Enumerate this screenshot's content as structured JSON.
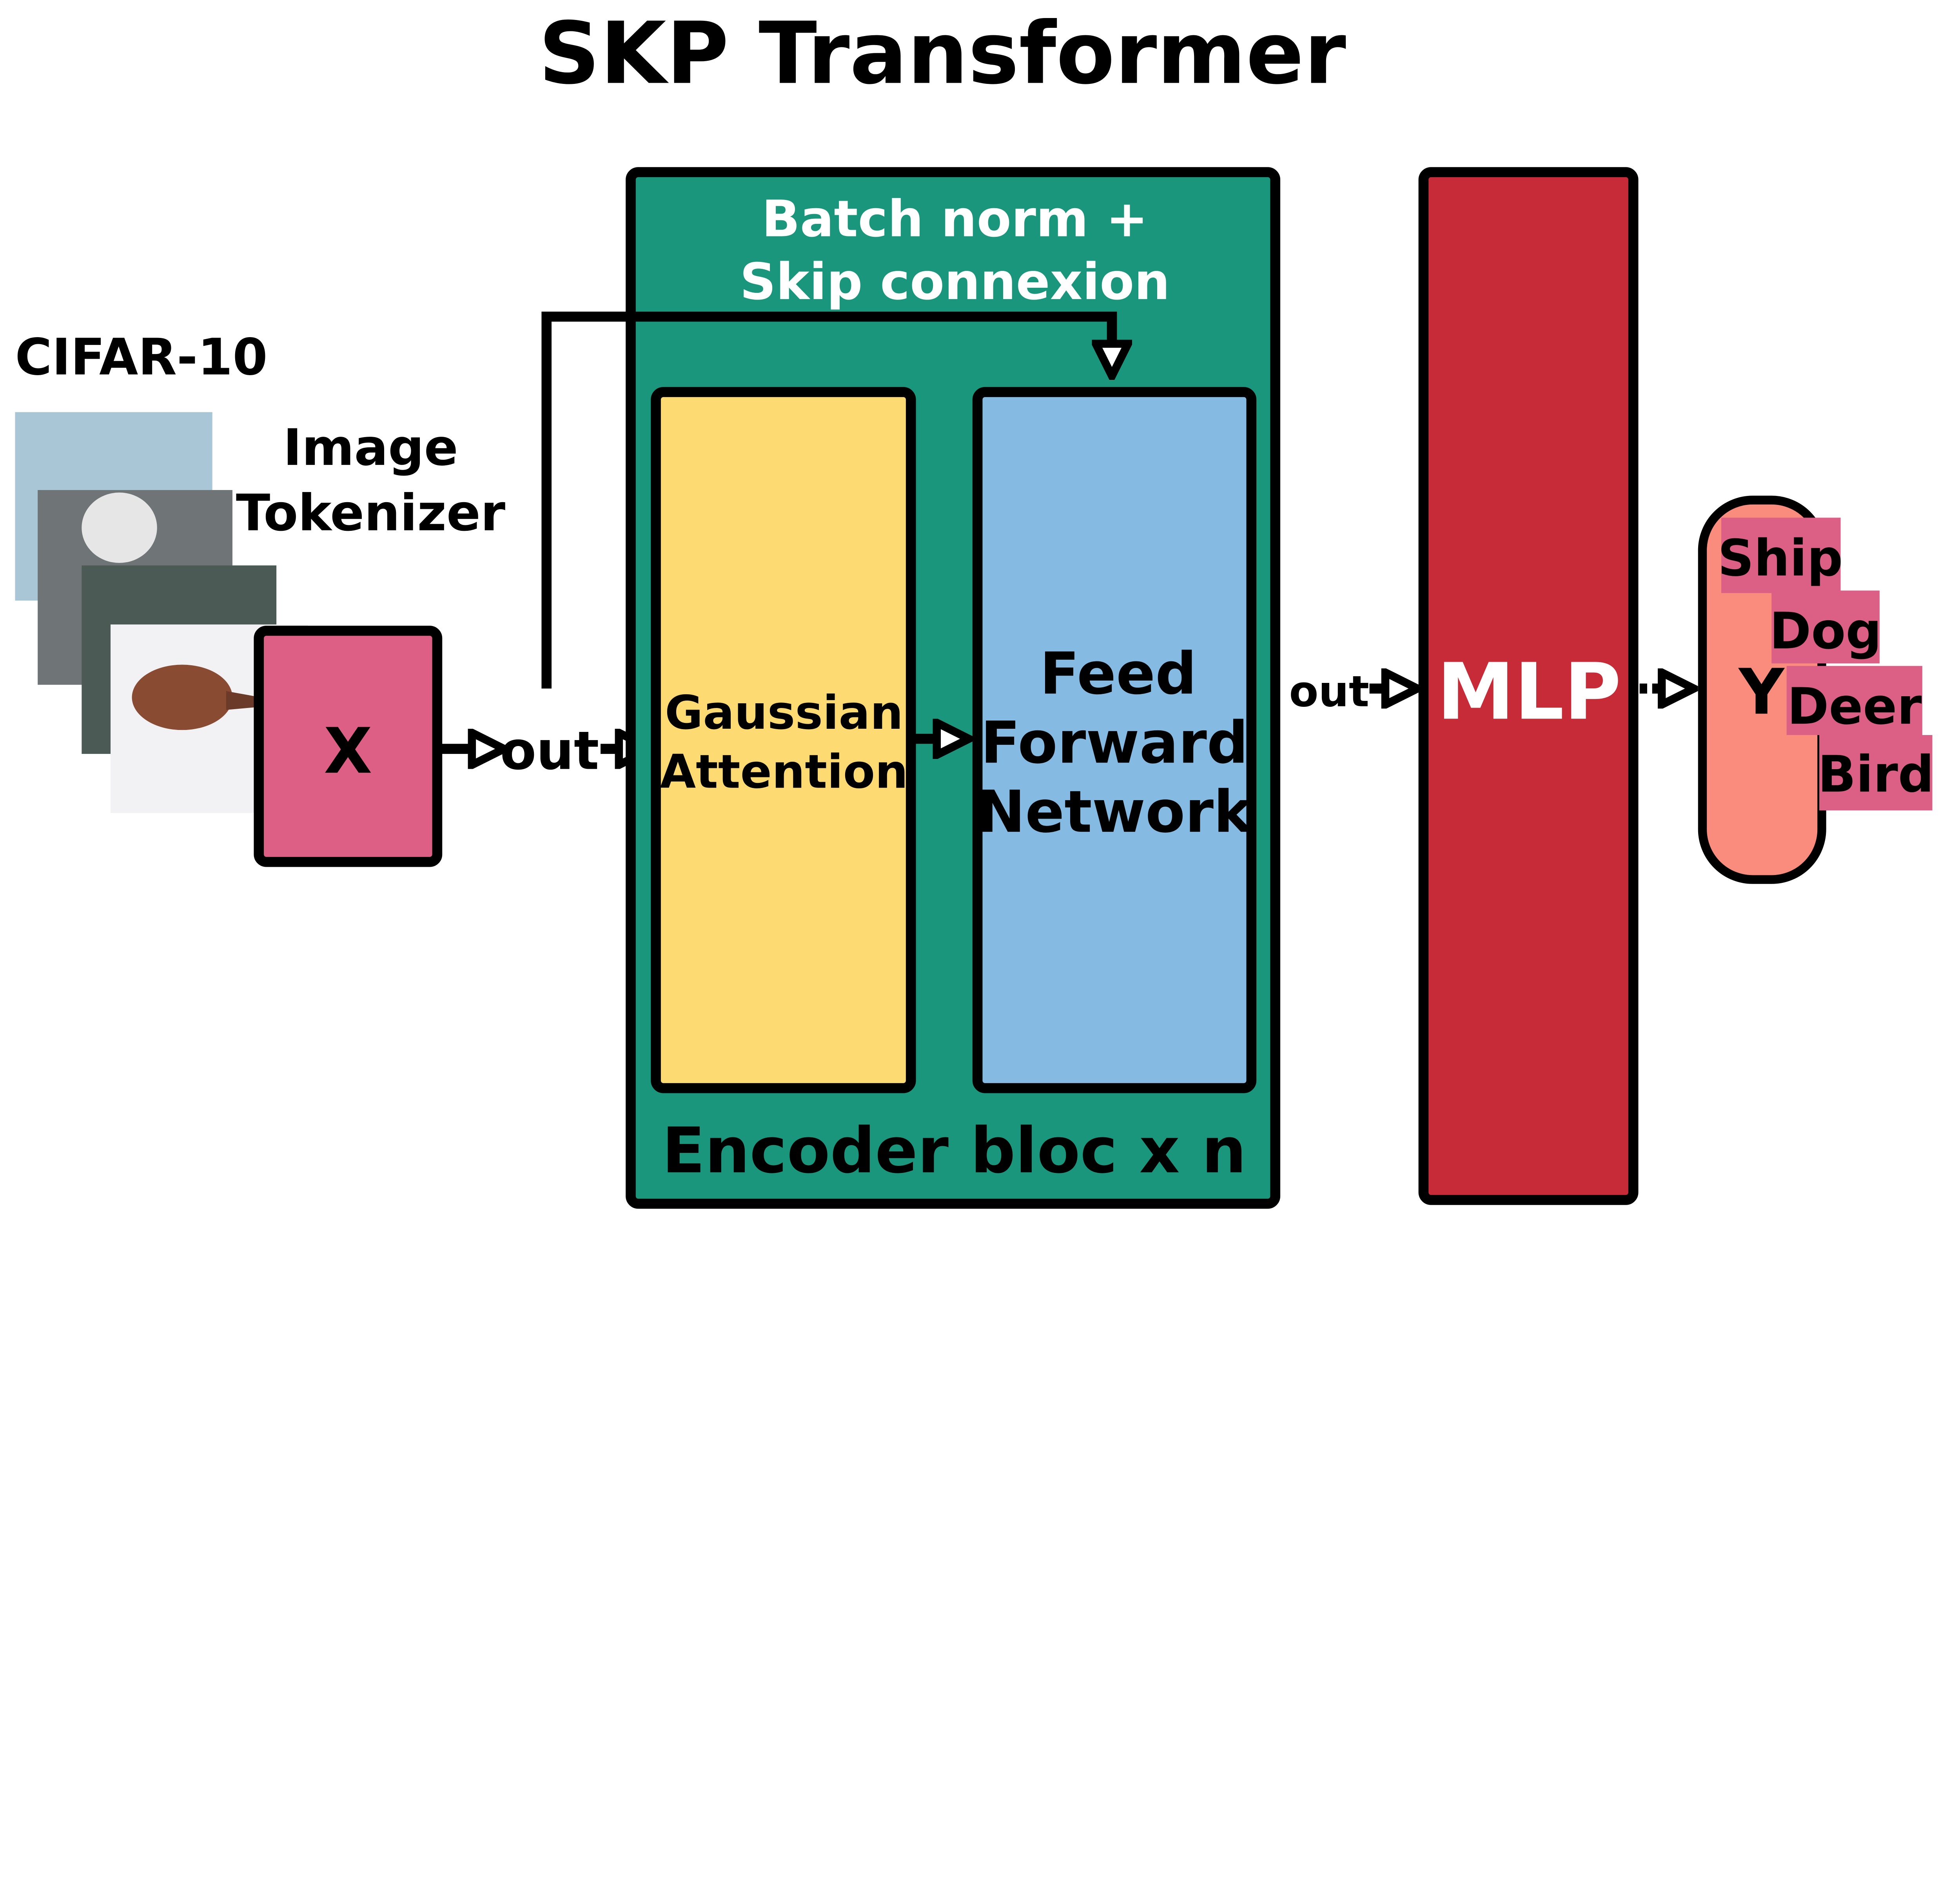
{
  "title": "SKP Transformer",
  "dataset_label": "CIFAR-10",
  "tokenizer": {
    "line1": "Image",
    "line2": "Tokenizer"
  },
  "input": {
    "label": "X"
  },
  "out_label_1": "out",
  "out_label_2": "out",
  "encoder": {
    "header_line1": "Batch norm +",
    "header_line2": "Skip connexion",
    "attention": {
      "line1": "Gaussian",
      "line2": "Attention"
    },
    "ffn": {
      "line1": "Feed",
      "line2": "Forward",
      "line3": "Network"
    },
    "footer": "Encoder bloc x n"
  },
  "mlp": {
    "label": "MLP"
  },
  "output": {
    "label": "Y",
    "classes": [
      "Ship",
      "Dog",
      "Deer",
      "Bird"
    ]
  },
  "colors": {
    "input_box": "#dd5f86",
    "encoder": "#1a967c",
    "attention": "#fddb72",
    "ffn": "#85bae3",
    "mlp": "#c82b38",
    "output": "#fa8c7e",
    "class_tag": "#dc5f86"
  }
}
